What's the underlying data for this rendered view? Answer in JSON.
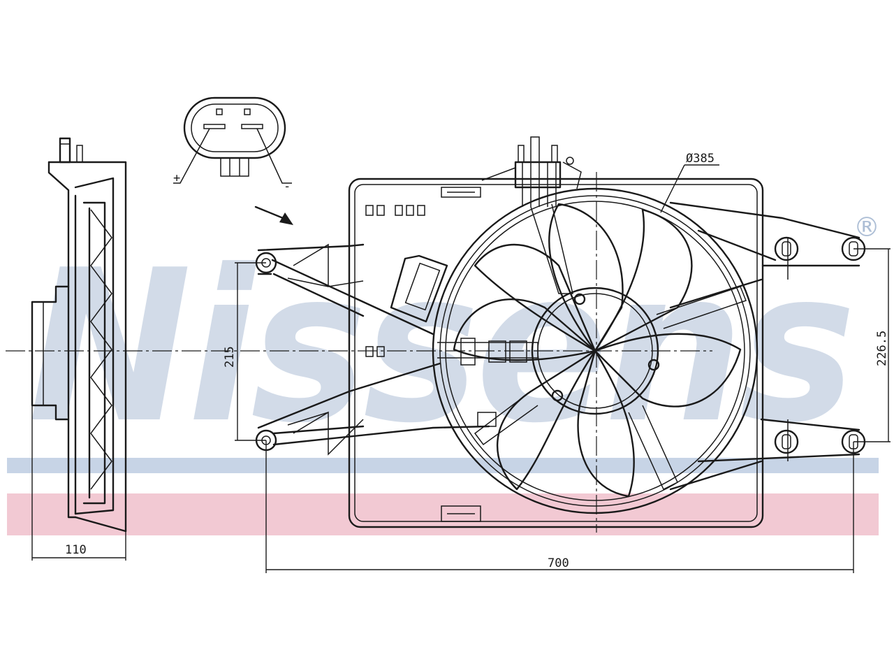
{
  "watermark": {
    "text": "Nissens",
    "registered_mark": "®",
    "colors": {
      "blue": "#aebfd6",
      "light_blue": "#c7d4e6",
      "pink": "#f2c9d3"
    }
  },
  "connector": {
    "plus_label": "+",
    "minus_label": "-"
  },
  "dimensions": {
    "depth": "110",
    "width": "700",
    "mount_height": "215",
    "right_height": "226.5",
    "fan_diameter": "Ø385"
  },
  "colors": {
    "line": "#1a1a1a",
    "background": "#ffffff"
  }
}
